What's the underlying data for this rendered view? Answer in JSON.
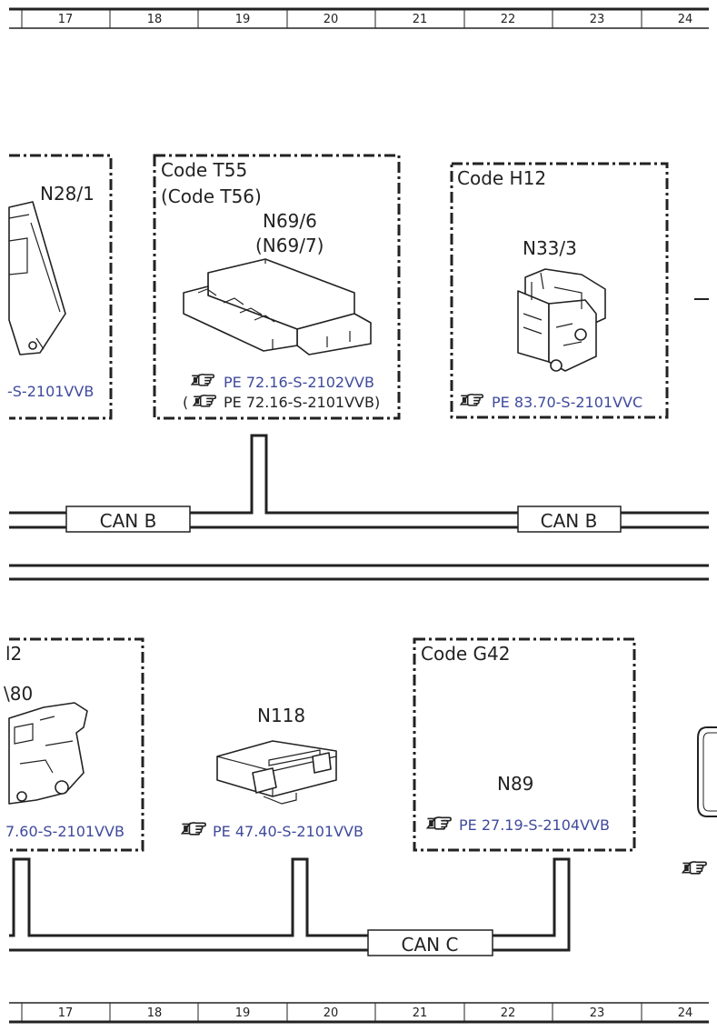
{
  "grid_columns": [
    "17",
    "18",
    "19",
    "20",
    "21",
    "22",
    "23",
    "24"
  ],
  "components": {
    "n28_1": {
      "name": "N28/1",
      "ref": "-S-2101VVB"
    },
    "n69": {
      "code": "Code T55",
      "code_alt": "(Code T56)",
      "name": "N69/6",
      "name_alt": "(N69/7)",
      "ref": "PE 72.16-S-2102VVB",
      "ref_alt": "PE 72.16-S-2101VVB)",
      "ref_alt_prefix": "("
    },
    "n33_3": {
      "code": "Code H12",
      "name": "N33/3",
      "ref": "PE 83.70-S-2101VVC"
    },
    "a80": {
      "code_fragment": "l2",
      "name_fragment": "\\80",
      "ref": "7.60-S-2101VVB"
    },
    "n118": {
      "name": "N118",
      "ref": "PE 47.40-S-2101VVB"
    },
    "n89": {
      "code": "Code G42",
      "name": "N89",
      "ref": "PE 27.19-S-2104VVB"
    }
  },
  "buses": {
    "can_b_left": "CAN B",
    "can_b_right": "CAN B",
    "can_c": "CAN C"
  },
  "icons": [
    "pointing-hand-icon"
  ]
}
